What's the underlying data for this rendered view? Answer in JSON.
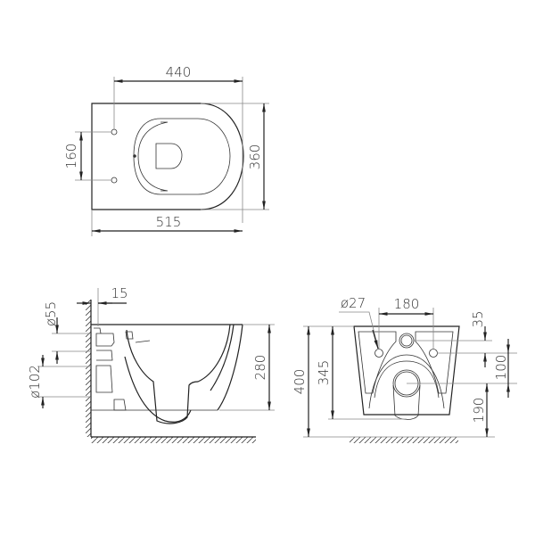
{
  "drawing": {
    "title": "Wall-hung toilet dimension drawing",
    "units": "mm",
    "line_color": "#222222",
    "text_color": "#333333"
  },
  "top_view": {
    "dims": {
      "bowl_length_from_holes": "440",
      "overall_length": "515",
      "overall_width": "360",
      "seat_hole_spacing": "160"
    }
  },
  "side_view": {
    "dims": {
      "wall_gap": "15",
      "inlet_diameter": "ø55",
      "outlet_diameter": "ø102",
      "rim_height": "280"
    }
  },
  "front_view": {
    "dims": {
      "mounting_hole_diameter": "ø27",
      "mounting_hole_spacing": "180",
      "inlet_offset": "35",
      "outlet_offset": "100",
      "outlet_height": "190",
      "total_height": "400",
      "body_height": "345"
    }
  }
}
